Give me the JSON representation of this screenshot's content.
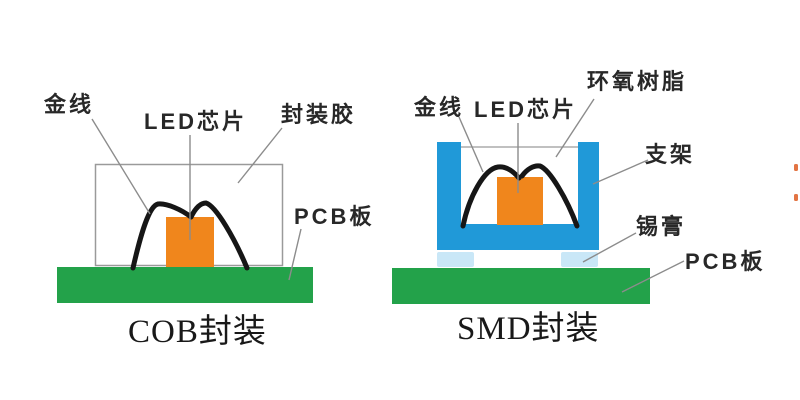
{
  "colors": {
    "pcb_green": "#23a24a",
    "chip_orange": "#f0861c",
    "bracket_blue": "#2099d8",
    "solder_pad_blue": "#c9e7f7",
    "wire_black": "#161616",
    "leader_gray": "#8c8c8c",
    "outline_gray": "#9a9a9a",
    "edge_artifact_orange": "#e0662f"
  },
  "cob": {
    "caption": "COB封装",
    "labels": {
      "gold_wire": "金线",
      "led_chip": "LED芯片",
      "encapsulant": "封装胶",
      "pcb": "PCB板"
    }
  },
  "smd": {
    "caption": "SMD封装",
    "labels": {
      "gold_wire": "金线",
      "led_chip": "LED芯片",
      "epoxy": "环氧树脂",
      "bracket": "支架",
      "solder_paste": "锡膏",
      "pcb": "PCB板"
    }
  }
}
